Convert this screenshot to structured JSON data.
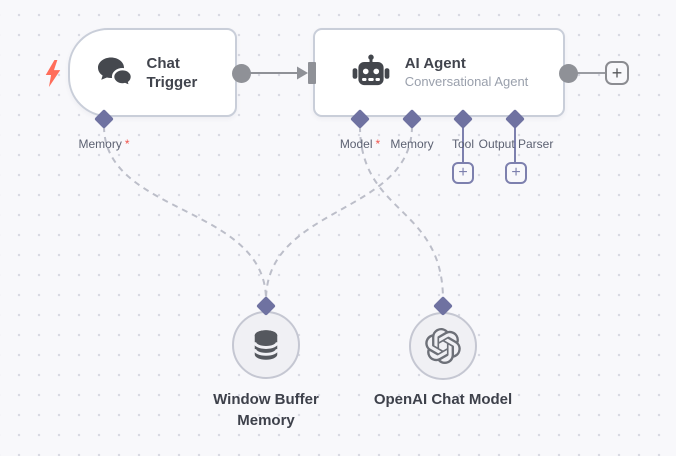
{
  "colors": {
    "accent_purple": "#6f72a1",
    "connector_gray": "#8f9197",
    "edge_dashed_gray": "#bcbec9",
    "trigger_bolt_red": "#ff6d5a",
    "node_border": "#c9ced9",
    "required_star_red": "#f0544c"
  },
  "nodes": {
    "chat_trigger": {
      "title": "Chat Trigger",
      "icon": "chat-bubbles-icon"
    },
    "ai_agent": {
      "title": "AI Agent",
      "subtitle": "Conversational Agent",
      "icon": "robot-icon"
    },
    "window_buffer_memory": {
      "title": "Window Buffer Memory",
      "icon": "database-icon"
    },
    "openai_chat_model": {
      "title": "OpenAI Chat Model",
      "icon": "openai-icon"
    }
  },
  "ports": {
    "trigger_memory": {
      "label": "Memory",
      "star": "*"
    },
    "agent_model": {
      "label": "Model",
      "star": "*"
    },
    "agent_memory": {
      "label": "Memory"
    },
    "agent_tool": {
      "label": "Tool"
    },
    "agent_output_parser": {
      "label": "Output Parser"
    }
  },
  "buttons": {
    "plus": "+"
  }
}
